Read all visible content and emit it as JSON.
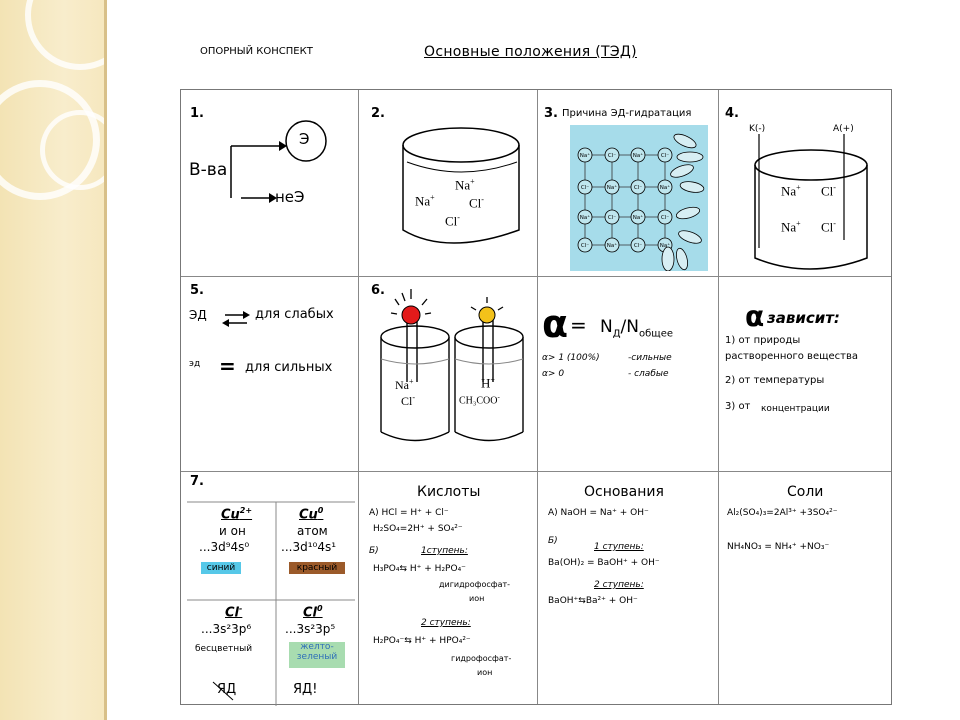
{
  "header": {
    "left_label": "ОПОРНЫЙ КОНСПЕКТ",
    "title": "Основные положения (ТЭД)"
  },
  "cell1": {
    "num": "1.",
    "substance": "В-ва",
    "electrolyte": "Э",
    "non_electrolyte": "неЭ"
  },
  "cell2": {
    "num": "2.",
    "ion_na": "Na",
    "sup_plus": "+",
    "ion_cl": "Cl",
    "sup_minus": "-"
  },
  "cell3": {
    "num": "3.",
    "caption": "Причина ЭД-гидратация",
    "lattice_na": "Na⁺",
    "lattice_cl": "Cl⁻"
  },
  "cell4": {
    "num": "4.",
    "cathode": "K(-)",
    "anode": "A(+)",
    "na": "Na",
    "cl": "Cl"
  },
  "cell5": {
    "num": "5.",
    "weak_prefix": "ЭД",
    "weak_text": "для слабых",
    "strong_prefix": "эд",
    "strong_eq": "=",
    "strong_text": "для сильных"
  },
  "cell6": {
    "num": "6.",
    "left_cation": "Na",
    "left_anion": "Cl",
    "right_cation": "H",
    "right_anion": "CH₃COO"
  },
  "cell_alpha": {
    "symbol": "α",
    "eq": "=",
    "formula": "N",
    "sub_d": "Д",
    "slash": "/N",
    "sub_total": "общее",
    "row1_cond": "α> 1 (100%)",
    "row1_label": "-сильные",
    "row2_cond": "α> 0",
    "row2_label": "- слабые"
  },
  "cell_depends": {
    "symbol": "α",
    "title": "зависит:",
    "item1_a": "1) от природы",
    "item1_b": "растворенного вещества",
    "item2": "2) от температуры",
    "item3_a": "3) от",
    "item3_b": "концентрации"
  },
  "cell7": {
    "num": "7.",
    "cu2_label": "Cu",
    "cu2_sup": "2+",
    "cu2_kind": "и он",
    "cu2_conf": "...3d⁹4s⁰",
    "cu2_color": "синий",
    "cu0_label": "Cu",
    "cu0_sup": "0",
    "cu0_kind": "атом",
    "cu0_conf": "...3d¹⁰4s¹",
    "cu0_color": "красный",
    "clm_label": "Cl",
    "clm_sup": "-",
    "clm_conf": "...3s²3p⁶",
    "clm_color": "бесцветный",
    "clm_tox": "ЯД",
    "cl0_label": "Cl",
    "cl0_sup": "0",
    "cl0_conf": "...3s²3p⁵",
    "cl0_color_a": "желто-",
    "cl0_color_b": "зеленый",
    "cl0_tox": "ЯД!",
    "colors": {
      "blue": "#56c8e8",
      "brown": "#9b5a2a",
      "green": "#a8dcb0"
    }
  },
  "acids": {
    "title": "Кислоты",
    "a_line1": "А) HCl = H⁺ + Cl⁻",
    "a_line2": "H₂SO₄=2H⁺ + SO₄²⁻",
    "b_label": "Б)",
    "step1": "1ступень:",
    "b_line1": "H₃PO₄⇆ H⁺ + H₂PO₄⁻",
    "b_name1_a": "дигидрофосфат-",
    "b_name1_b": "ион",
    "step2": "2 ступень:",
    "b_line2": "H₂PO₄⁻⇆ H⁺ + HPO₄²⁻",
    "b_name2_a": "гидрофосфат-",
    "b_name2_b": "ион"
  },
  "bases": {
    "title": "Основания",
    "a_line": "А) NaOH = Na⁺ + OH⁻",
    "b_label": "Б)",
    "step1": "1 ступень:",
    "b_line1": "Ba(OH)₂ = BaOH⁺ + OH⁻",
    "step2": "2 ступень:",
    "b_line2": "BaOH⁺⇆Ba²⁺ + OH⁻"
  },
  "salts": {
    "title": "Соли",
    "line1": "Al₂(SO₄)₃=2Al³⁺ +3SO₄²⁻",
    "line2": "NH₄NO₃ = NH₄⁺ +NO₃⁻"
  }
}
